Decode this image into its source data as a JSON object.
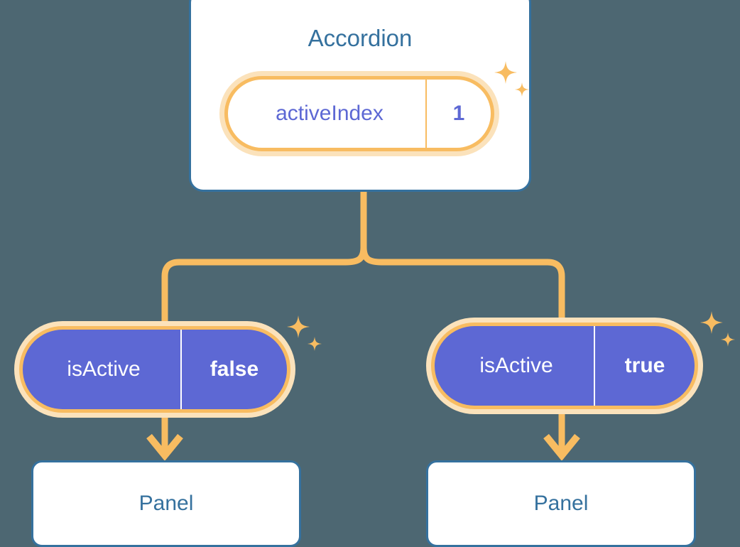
{
  "diagram": {
    "background_color": "#4d6772",
    "accent_orange": "#f8bc61",
    "accent_orange_soft": "#fbe2bb",
    "accent_purple": "#5d68d4",
    "accent_blue": "#35719e"
  },
  "root": {
    "title": "Accordion",
    "prop": {
      "key": "activeIndex",
      "value": "1"
    },
    "sparkle_icon": "sparkles-icon"
  },
  "branches": [
    {
      "prop": {
        "key": "isActive",
        "value": "false"
      },
      "child": {
        "title": "Panel"
      },
      "sparkle_icon": "sparkles-icon"
    },
    {
      "prop": {
        "key": "isActive",
        "value": "true"
      },
      "child": {
        "title": "Panel"
      },
      "sparkle_icon": "sparkles-icon"
    }
  ]
}
